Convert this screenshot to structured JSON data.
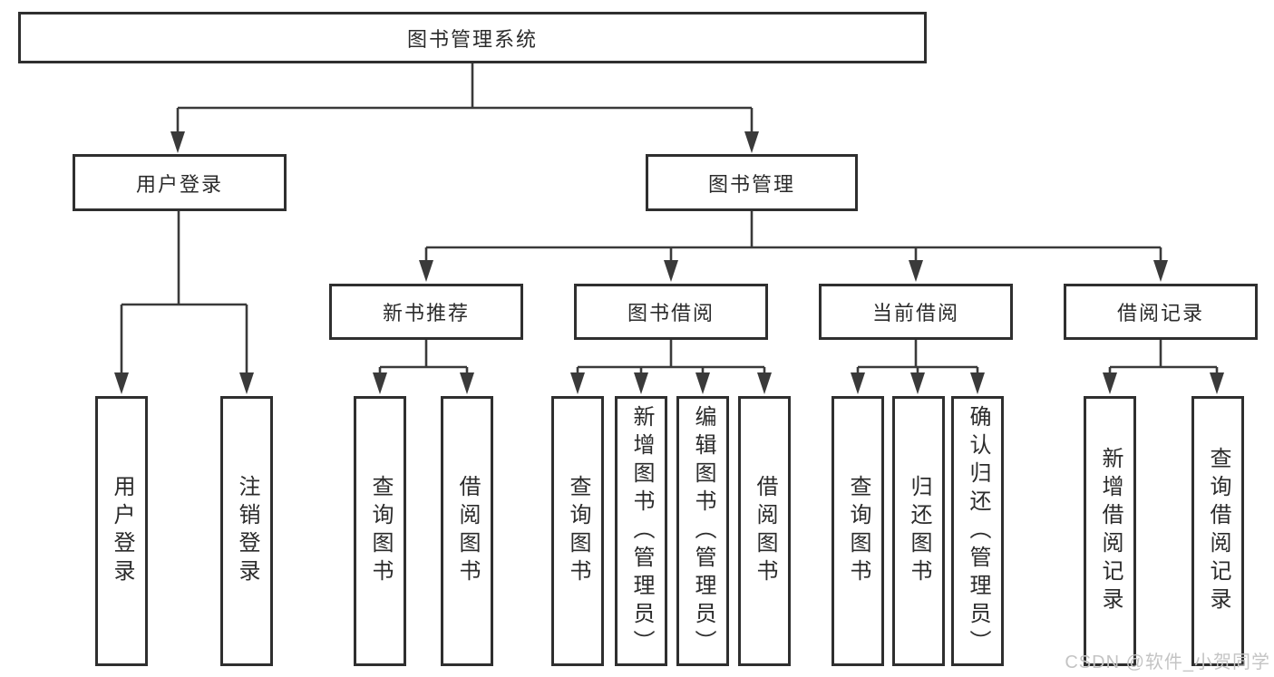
{
  "tree": {
    "label": "图书管理系统",
    "children": [
      {
        "label": "用户登录",
        "children": [
          {
            "label": "用户登录"
          },
          {
            "label": "注销登录"
          }
        ]
      },
      {
        "label": "图书管理",
        "children": [
          {
            "label": "新书推荐",
            "children": [
              {
                "label": "查询图书"
              },
              {
                "label": "借阅图书"
              }
            ]
          },
          {
            "label": "图书借阅",
            "children": [
              {
                "label": "查询图书"
              },
              {
                "label": "新增图书（管理员）"
              },
              {
                "label": "编辑图书（管理员）"
              },
              {
                "label": "借阅图书"
              }
            ]
          },
          {
            "label": "当前借阅",
            "children": [
              {
                "label": "查询图书"
              },
              {
                "label": "归还图书"
              },
              {
                "label": "确认归还（管理员）"
              }
            ]
          },
          {
            "label": "借阅记录",
            "children": [
              {
                "label": "新增借阅记录"
              },
              {
                "label": "查询借阅记录"
              }
            ]
          }
        ]
      }
    ]
  },
  "watermark": "CSDN @软件_小贺同学",
  "colors": {
    "background": "#ffffff",
    "line": "#3a3a3a",
    "box_border": "#2f2f2f",
    "text": "#2b2b2b",
    "watermark": "#c4c4c4"
  }
}
